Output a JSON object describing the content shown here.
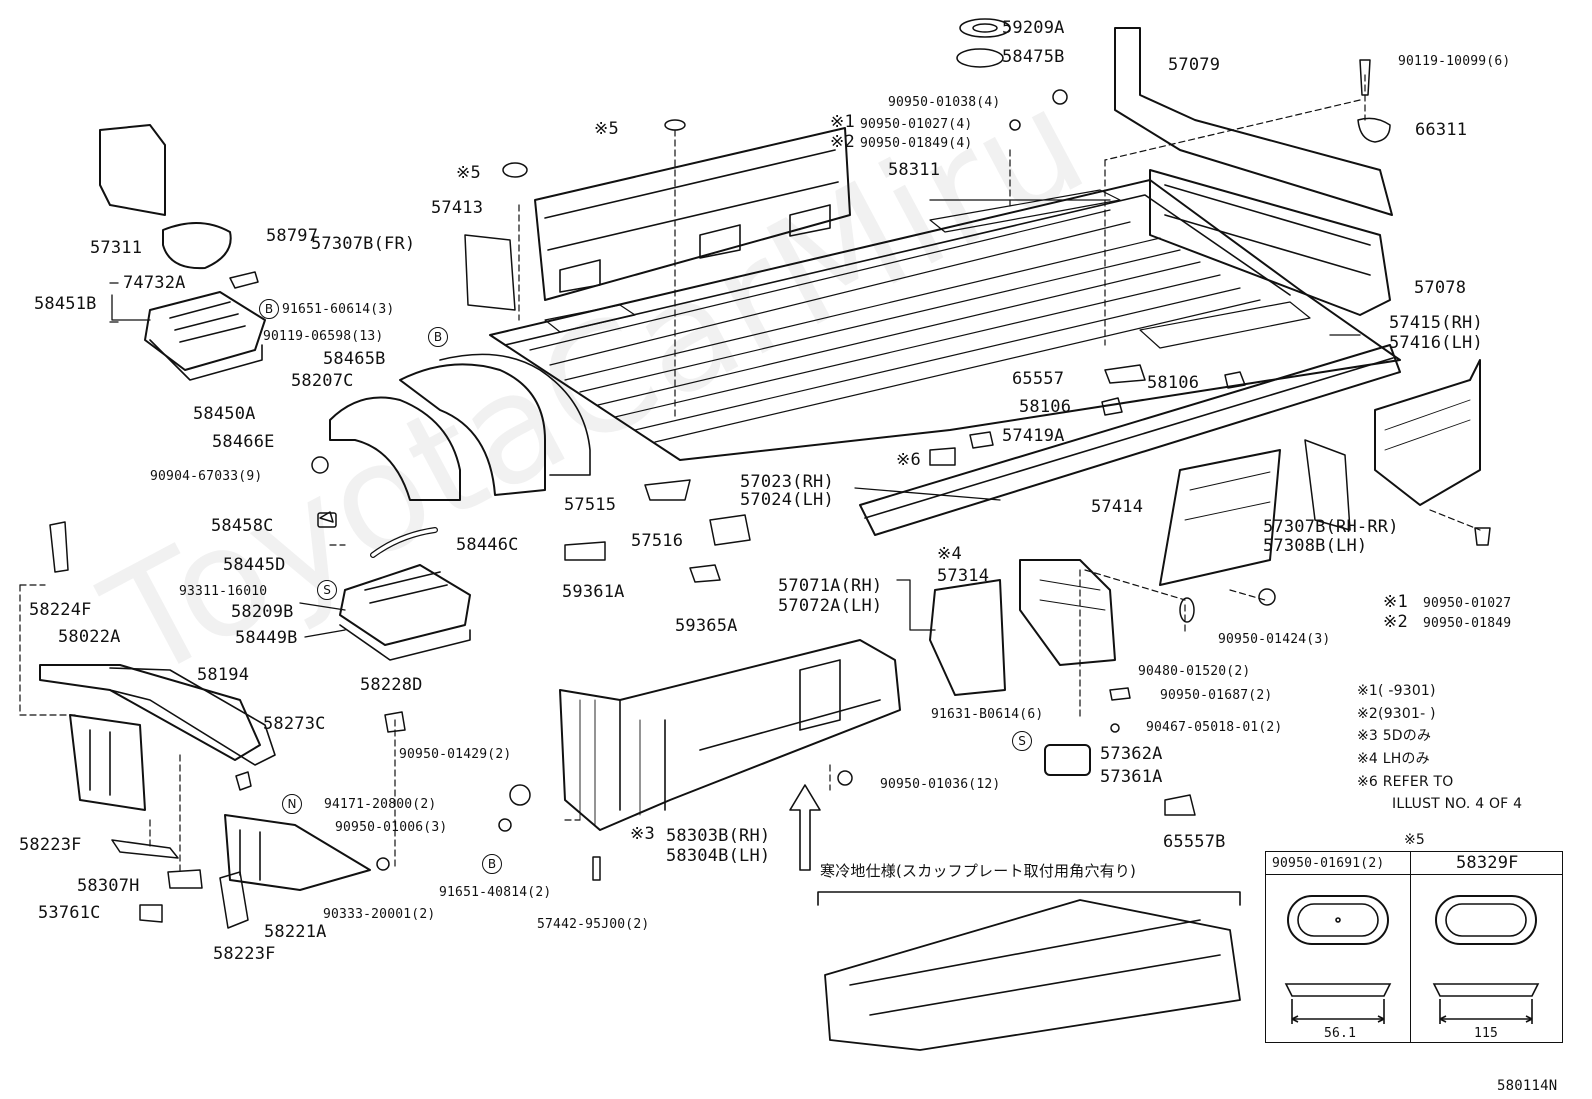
{
  "diagram_id": "580114N",
  "watermark": "ToyotaCarMiru",
  "parts": {
    "p59209A": "59209A",
    "p58475B": "58475B",
    "p57079": "57079",
    "p90119_10099": "90119-10099(6)",
    "p66311": "66311",
    "p90950_01038": "90950-01038(4)",
    "p90950_01027_4": "90950-01027(4)",
    "p90950_01849_4": "90950-01849(4)",
    "mark1": "※1",
    "mark2": "※2",
    "p58311": "58311",
    "p57311": "57311",
    "p58797": "58797",
    "p74732A": "74732A",
    "p58451B": "58451B",
    "p91651_60614": "91651-60614(3)",
    "p90119_06598": "90119-06598(13)",
    "p58450A": "58450A",
    "p57413": "57413",
    "p57307B_FR": "57307B(FR)",
    "mark5a": "※5",
    "mark5b": "※5",
    "p58465B": "58465B",
    "p58207C": "58207C",
    "p58466E": "58466E",
    "p90904_67033": "90904-67033(9)",
    "p57078": "57078",
    "p57415": "57415(RH)",
    "p57416": "57416(LH)",
    "p65557": "65557",
    "p58106a": "58106",
    "p58106b": "58106",
    "p57419A": "57419A",
    "mark6": "※6",
    "p57023": "57023(RH)",
    "p57024": "57024(LH)",
    "p57515": "57515",
    "p57516": "57516",
    "p59361A": "59361A",
    "p59365A": "59365A",
    "p57414": "57414",
    "p57307B_RR": "57307B(RH-RR)",
    "p57308B": "57308B(LH)",
    "p90950_01027": "90950-01027",
    "p90950_01849": "90950-01849",
    "mark1b": "※1",
    "mark2b": "※2",
    "p58458C": "58458C",
    "p58446C": "58446C",
    "p58445D": "58445D",
    "p93311_16010": "93311-16010",
    "p58209B": "58209B",
    "p58449B": "58449B",
    "p58224F": "58224F",
    "p58022A": "58022A",
    "p58194": "58194",
    "p58273C": "58273C",
    "p58228D": "58228D",
    "mark4": "※4",
    "p57314": "57314",
    "p57071A": "57071A(RH)",
    "p57072A": "57072A(LH)",
    "p90950_01424": "90950-01424(3)",
    "p90480_01520": "90480-01520(2)",
    "p90950_01687": "90950-01687(2)",
    "p90467_05018": "90467-05018-01(2)",
    "p91631_B0614": "91631-B0614(6)",
    "p57362A": "57362A",
    "p57361A": "57361A",
    "p90950_01429": "90950-01429(2)",
    "p90950_01036": "90950-01036(12)",
    "p94171_20800": "94171-20800(2)",
    "p90950_01006": "90950-01006(3)",
    "p58223F_a": "58223F",
    "p58307H": "58307H",
    "p53761C": "53761C",
    "p58221A": "58221A",
    "p58223F_b": "58223F",
    "p90333_20001": "90333-20001(2)",
    "mark3": "※3",
    "p58303B": "58303B(RH)",
    "p58304B": "58304B(LH)",
    "p91651_40814": "91651-40814(2)",
    "p57442_95J00": "57442-95J00(2)",
    "p65557B": "65557B"
  },
  "circled": {
    "b1": "B",
    "b2": "B",
    "s1": "S",
    "n1": "N",
    "s2": "S",
    "b3": "B"
  },
  "notes": {
    "n1": "※1(     -9301)",
    "n2": "※2(9301-     )",
    "n3": "※3 5Dのみ",
    "n4": "※4 LHのみ",
    "n6a": "※6 REFER TO",
    "n6b": "ILLUST NO. 4 OF 4"
  },
  "inset": {
    "caption": "寒冷地仕様(スカッフプレート取付用角穴有り)"
  },
  "table": {
    "mark": "※5",
    "col1_header": "90950-01691(2)",
    "col2_header": "58329F",
    "col1_dim": "56.1",
    "col2_dim": "115"
  }
}
